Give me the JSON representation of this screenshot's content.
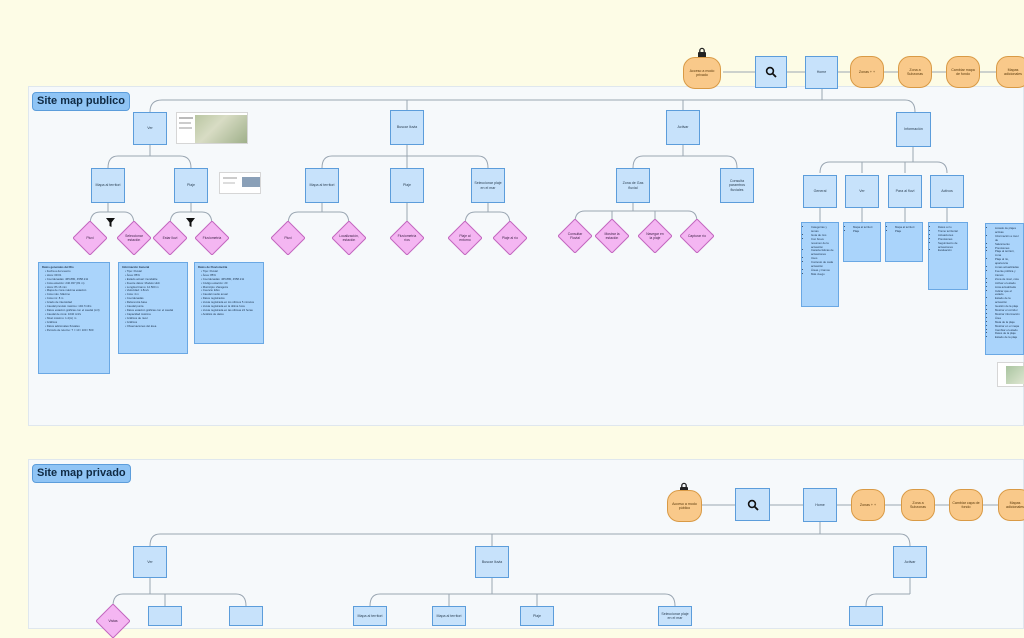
{
  "sections": {
    "public": "Site map publico",
    "private": "Site map privado"
  },
  "public": {
    "top_nav": {
      "lock_label": "Acceso a modo privado",
      "search_icon": "search-icon",
      "home": "Home",
      "flow": [
        "Zonas + +",
        "Zona a Subzonas",
        "Cambiar mapa de fondo",
        "Mapas adicionales"
      ]
    },
    "l1": [
      "Ver",
      "Buscar lluvia",
      "Activar",
      "Información"
    ],
    "l2": [
      "Mapa al territori",
      "Plaje",
      "Mapa al territori",
      "Plaje",
      "Seleccionar plaje en el mar",
      "Zona de Gas fluvial",
      "Consulta paramtros fluviales",
      "General",
      "Ver",
      "Para al fluvi",
      "Activos"
    ],
    "diamonds": [
      "Pluvi",
      "Seleccionar estación",
      "Estar lluvi",
      "Fluviometría",
      "Pluvi",
      "Localización, estación",
      "Fluviometría ríos",
      "Plaje al entorno",
      "Plaje al río",
      "Consultar Fluvial",
      "Mostrar la estación",
      "Navegar en la plaje",
      "Capturar río"
    ],
    "docs": {
      "a": [
        "Datos generales del Río",
        "Fecha a del evento",
        "Hora: 09:01",
        "Coordenadas: 465.880, 4558.211",
        "Cota estación: 240.037 (81 m)",
        "Hora: 8h 16 min",
        "Mapa de zona máxima estación",
        "Cota máx. Máximo",
        "Cota mx: 8 m",
        "Grado de intensidad",
        "Caudal previsto máximo: 194.7m3/s",
        "Datos estación gráficas con el caudal (m3)",
        "Caudal de zona: 1040 m3/s",
        "Nivel máximo: 1.4(m) m",
        "Gráficos",
        "Datos adicionales fluviales",
        "Periodo de retorno: T = 10 / 100 / 500"
      ],
      "b": [
        "Información General",
        "Tipo: Fluvial",
        "Área: 85%",
        "Estado actual: inundable",
        "Fuente datos: Modelo Hidr.",
        "Longitud tramo: 12.500 m",
        "Velocidad: 1.8m/s",
        "Cota: 4 m",
        "Coordenadas",
        "Referencia base",
        "Caudal punta",
        "Datos estación gráficas con el caudal",
        "Capacidad máxima",
        "Gráficos de nivel",
        "Gráficos",
        "Observaciones del área"
      ],
      "c": [
        "Datos de Fluviometría",
        "Tipo: Fluvial",
        "Área: 85%",
        "Coordenadas: 465.880, 4558.211",
        "Código estación: 20",
        "Municipio: Zaragoza",
        "Cuenca: Ebro",
        "Caudal medio anual",
        "Datos registrados",
        "Lluvia registrada en los últimos 5 minutos",
        "Lluvia registrada en la última hora",
        "Lluvia registrada en las últimas 24 horas",
        "Análisis de datos"
      ],
      "general": [
        "Categorías y temas",
        "Guía de ríos",
        "Con breve resumen de la actuación",
        "Características de actuaciones",
        "Usos",
        "Contexto de cada actuación",
        "Áreas y tramos",
        "Más Juego"
      ],
      "ver": [
        "Mapa al territori",
        "Plaje"
      ],
      "para": [
        "Mapa al territori",
        "Plaje"
      ],
      "activos": [
        "Datos a río",
        "Tramo territorial",
        "Actuaciones",
        "Previsiones",
        "Seguimiento de actuaciones",
        "Evaluación"
      ],
      "big": [
        "Listado de plajes activas",
        "Información a nivel de",
        "Salvamento",
        "Previsiones",
        "Plaje al territori, zona",
        "Plaje al rio, apariencia",
        "zonas actualizadas",
        "Fuente pública y tramos",
        "Zona de nivel, cota",
        "Activar el estado",
        "Lista actualizada",
        "Indicar que el estado",
        "Estado de la actuación",
        "Gestión de la plaje",
        "Mostrar el corridor",
        "Mostrar información",
        "Área",
        "Meta de la plaje",
        "Mostrar en el mapa",
        "Cambiar el estado",
        "Datos de la plaje",
        "Estado de la plaje"
      ]
    }
  },
  "private": {
    "top_nav": {
      "lock_label": "Acceso a modo público",
      "search_icon": "search-icon",
      "home": "Home",
      "flow": [
        "Zonas + +",
        "Zona a Subzonas",
        "Cambiar capa de fondo",
        "Mapas adicionales"
      ]
    },
    "l1": [
      "Ver",
      "Buscar lluvia",
      "Activar"
    ],
    "l2": [
      "Vistas",
      "",
      "",
      "Mapa al territori",
      "Mapa al territori",
      "Plaje",
      "Seleccionar plaje en el mar",
      ""
    ]
  }
}
